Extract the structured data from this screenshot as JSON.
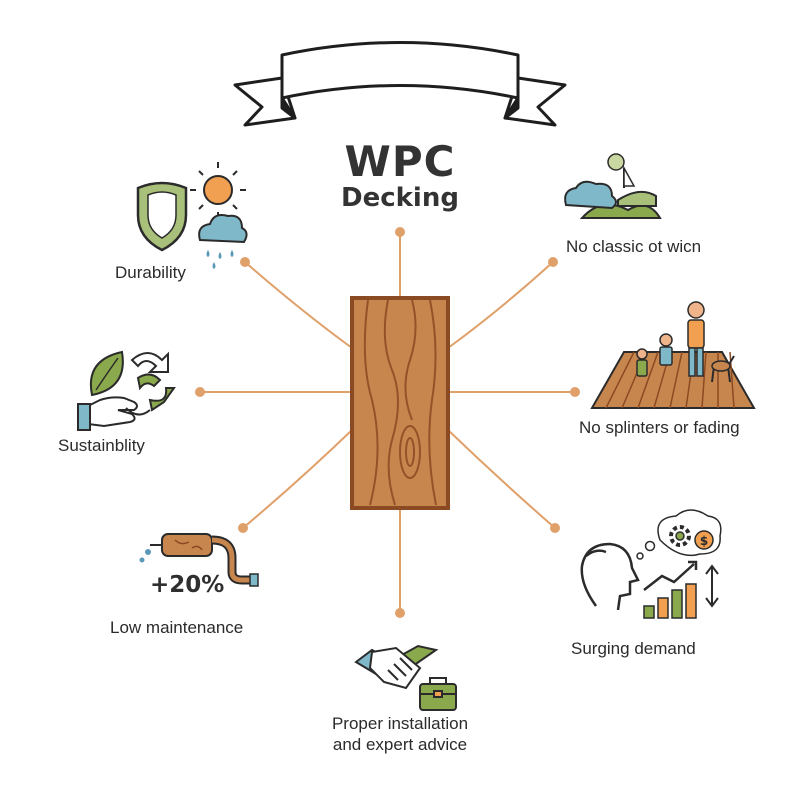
{
  "title": "WPC",
  "subtitle": "Decking",
  "labels": {
    "durability": "Durability",
    "sustainability": "Sustainblity",
    "low_maintenance": "Low maintenance",
    "maintenance_stat": "+20%",
    "installation_line1": "Proper installation",
    "installation_line2": "and expert advice",
    "classic": "No classic ot wicn",
    "splinters": "No splinters or fading",
    "demand": "Surging demand"
  },
  "colors": {
    "connector": "#e0a06a",
    "wood": "#c8864f",
    "wood_dark": "#8a4a22",
    "leaf_green": "#8aa84c",
    "sky_blue": "#7fb8c8",
    "sun_orange": "#f0a050",
    "ink": "#2b2b2b"
  },
  "icons": [
    "banner-icon",
    "wood-plank-icon",
    "shield-icon",
    "sun-icon",
    "rain-cloud-icon",
    "leaf-icon",
    "hand-icon",
    "recycle-icon",
    "leaking-pipe-icon",
    "handshake-icon",
    "briefcase-icon",
    "cloud-landscape-icon",
    "family-deck-icon",
    "person-thinking-icon",
    "gear-icon",
    "dollar-icon",
    "growth-chart-icon"
  ]
}
